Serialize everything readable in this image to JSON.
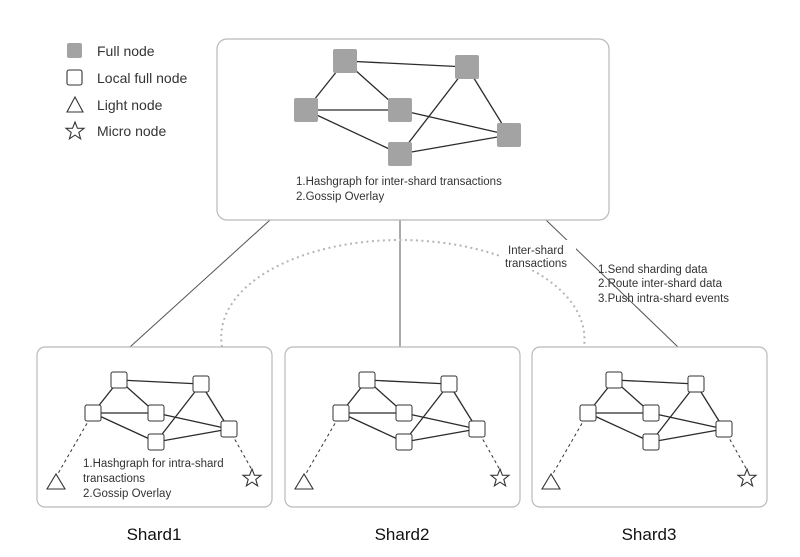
{
  "legend": {
    "full_node": "Full node",
    "local_full_node": "Local full node",
    "light_node": "Light node",
    "micro_node": "Micro node"
  },
  "main_panel": {
    "line1": "1.Hashgraph for inter-shard transactions",
    "line2": "2.Gossip Overlay"
  },
  "inter_shard": {
    "line1": "Inter-shard",
    "line2": "transactions"
  },
  "connector_notes": {
    "line1": "1.Send sharding data",
    "line2": "2.Route inter-shard data",
    "line3": "3.Push intra-shard events"
  },
  "shard1_notes": {
    "line1": "1.Hashgraph for intra-shard",
    "line2": "transactions",
    "line3": "2.Gossip Overlay"
  },
  "shards": {
    "s1": "Shard1",
    "s2": "Shard2",
    "s3": "Shard3"
  },
  "colors": {
    "full_node": "#a3a3a3",
    "panel_border": "#b9b9b9",
    "edge": "#2b2b2b"
  }
}
